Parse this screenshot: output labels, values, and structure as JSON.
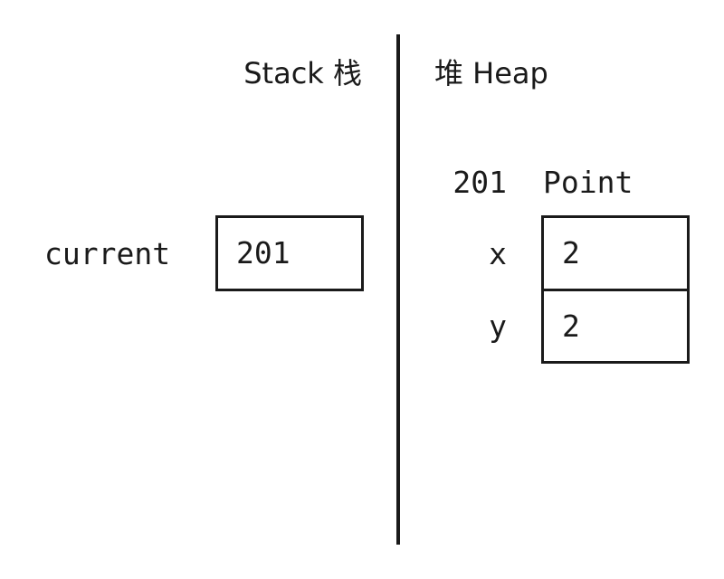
{
  "stack": {
    "title": "Stack 栈",
    "variable": {
      "name": "current",
      "value": "201"
    }
  },
  "heap": {
    "title": "堆 Heap",
    "object": {
      "address": "201",
      "type": "Point",
      "fields": [
        {
          "name": "x",
          "value": "2"
        },
        {
          "name": "y",
          "value": "2"
        }
      ]
    }
  },
  "colors": {
    "line": "#1a1a1a",
    "background": "#ffffff"
  }
}
